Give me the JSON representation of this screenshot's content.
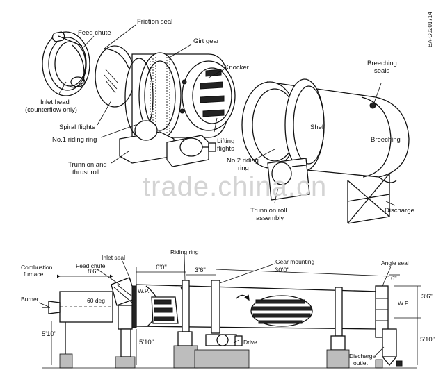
{
  "figure_code": "BA-G0201714",
  "watermark": "trade.china.cn",
  "top_view": {
    "labels": {
      "feed_chute": "Feed chute",
      "friction_seal": "Friction seal",
      "girt_gear": "Girt gear",
      "knocker": "Knocker",
      "breeching_seals": "Breeching\nseals",
      "inlet_head": "Inlet head\n(counterflow only)",
      "spiral_flights": "Spiral flights",
      "riding_ring_1": "No.1 riding ring",
      "lifting_flights": "Lifting\nflights",
      "shell": "Shell",
      "breeching": "Breeching",
      "trunnion_thrust": "Trunnion and\nthrust roll",
      "riding_ring_2": "No.2 riding\nring",
      "trunnion_roll": "Trunnion roll\nassembly",
      "discharge": "Discharge"
    }
  },
  "bottom_view": {
    "labels": {
      "combustion_furnace": "Combustion\nfurnace",
      "feed_chute": "Feed chute",
      "inlet_seal": "Inlet seal",
      "riding_ring": "Riding ring",
      "gear_mounting": "Gear mounting",
      "angle_seal": "Angle seal",
      "burner": "Burner",
      "angle": "60 deg",
      "wp_left": "W.P.",
      "wp_right": "W.P.",
      "drive": "Drive",
      "discharge_outlet": "Discharge\noutlet"
    },
    "dimensions": {
      "furnace_length": "8'6\"",
      "ring_spacing_a": "6'0\"",
      "ring_spacing_b": "3'6\"",
      "overall_length": "30'0\"",
      "end_length": "6\"",
      "left_height": "5'10\"",
      "inlet_height": "5'10\"",
      "right_upper": "3'6\"",
      "right_lower": "5'10\""
    }
  }
}
